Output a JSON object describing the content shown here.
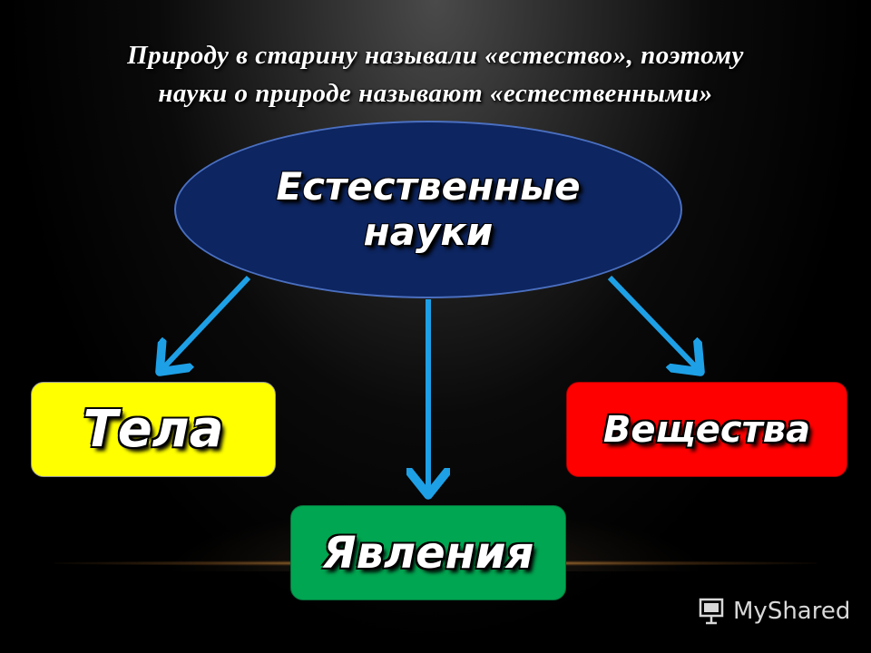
{
  "title": {
    "line1": "Природу в старину называли «естество», поэтому",
    "line2": "науки о природе называют «естественными»"
  },
  "center": {
    "line1": "Естественные",
    "line2": "науки"
  },
  "boxes": {
    "left": "Тела",
    "right": "Вещества",
    "bottom": "Явления"
  },
  "colors": {
    "ellipse": "#0d2560",
    "left_box": "#ffff00",
    "right_box": "#ff0000",
    "bottom_box": "#00a651",
    "arrows": "#1ea0e6"
  },
  "watermark": {
    "text": "MyShared",
    "icon": "presentation-board-icon"
  }
}
